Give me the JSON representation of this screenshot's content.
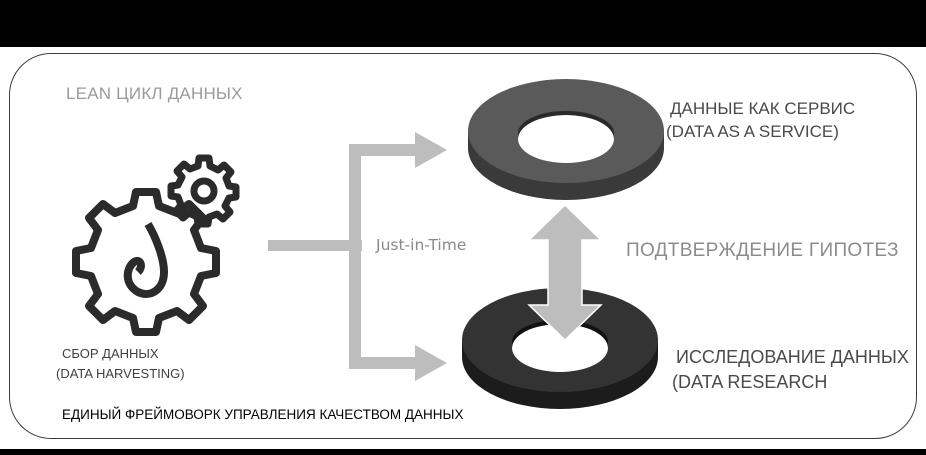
{
  "diagram": {
    "title": "LEAN ЦИКЛ ДАННЫХ",
    "arrow_label": "Just-in-Time",
    "nodes": {
      "data_service": {
        "line1": "ДАННЫЕ КАК СЕРВИС",
        "line2": "(DATA AS A SERVICE)"
      },
      "hypothesis": {
        "label": "ПОДТВЕРЖДЕНИЕ ГИПОТЕЗ"
      },
      "data_research": {
        "line1": "ИССЛЕДОВАНИЕ ДАННЫХ",
        "line2": "(DATA RESEARCH"
      },
      "data_harvesting": {
        "line1": "СБОР ДАННЫХ",
        "line2": "(DATA HARVESTING)"
      }
    },
    "footer": "ЕДИНЫЙ ФРЕЙМОВОРК УПРАВЛЕНИЯ КАЧЕСТВОМ ДАННЫХ",
    "icons": [
      "gear-with-hook-icon",
      "small-gear-icon"
    ],
    "colors": {
      "arrow": "#bdbdbd",
      "ring_top": "#555555",
      "ring_top_side": "#3a3a3a",
      "ring_bottom": "#2e2e2e",
      "ring_bottom_side": "#1c1c1c",
      "frame": "#3d3d3d"
    }
  }
}
